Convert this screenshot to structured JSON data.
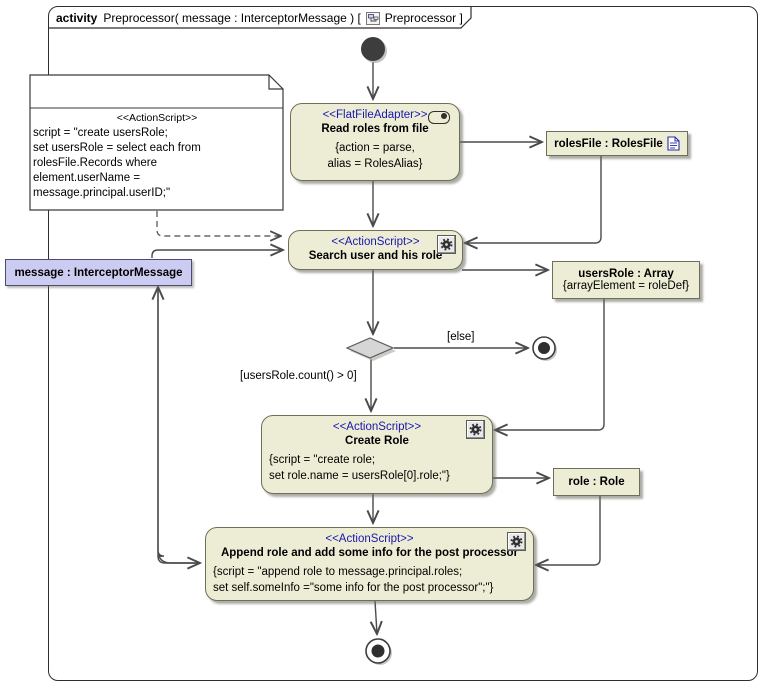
{
  "frame": {
    "keyword": "activity",
    "title": "Preprocessor( message : InterceptorMessage ) [",
    "diagram_name": "Preprocessor ]"
  },
  "note": {
    "stereotype": "<<ActionScript>>",
    "lines": [
      "script = \"create usersRole;",
      "set usersRole = select each from",
      "rolesFile.Records where",
      "element.userName =",
      "message.principal.userID;\""
    ]
  },
  "nodes": {
    "read": {
      "stereotype": "<<FlatFileAdapter>>",
      "name": "Read roles from file",
      "props": [
        "{action = parse,",
        "alias = RolesAlias}"
      ]
    },
    "search": {
      "stereotype": "<<ActionScript>>",
      "name": "Search user and his role"
    },
    "create": {
      "stereotype": "<<ActionScript>>",
      "name": "Create Role",
      "props": [
        "{script = \"create role;",
        "set role.name = usersRole[0].role;\"}"
      ]
    },
    "append": {
      "stereotype": "<<ActionScript>>",
      "name": "Append role and add some info for the post processor",
      "props": [
        "{script = \"append role to message.principal.roles;",
        "set self.someInfo =\"some info for the post processor\";\"}"
      ]
    }
  },
  "objects": {
    "rolesFile": {
      "label": "rolesFile : RolesFile"
    },
    "usersRole": {
      "label": "usersRole : Array",
      "props": "{arrayElement = roleDef}"
    },
    "role": {
      "label": "role : Role"
    },
    "message": {
      "label": "message : InterceptorMessage"
    }
  },
  "guards": {
    "else": "[else]",
    "count": "[usersRole.count() > 0]"
  },
  "icons": {
    "gear": "gear-icon",
    "adapter": "adapter-toggle-icon",
    "document": "document-icon",
    "diagram": "activity-diagram-icon"
  },
  "colors": {
    "node_fill": "#ededd6",
    "node_border": "#6f6f58",
    "stereotype_blue": "#1717ad",
    "message_fill": "#ccccf2",
    "flow_line": "#4a4a4a",
    "decision_fill": "#d6d6d6"
  }
}
